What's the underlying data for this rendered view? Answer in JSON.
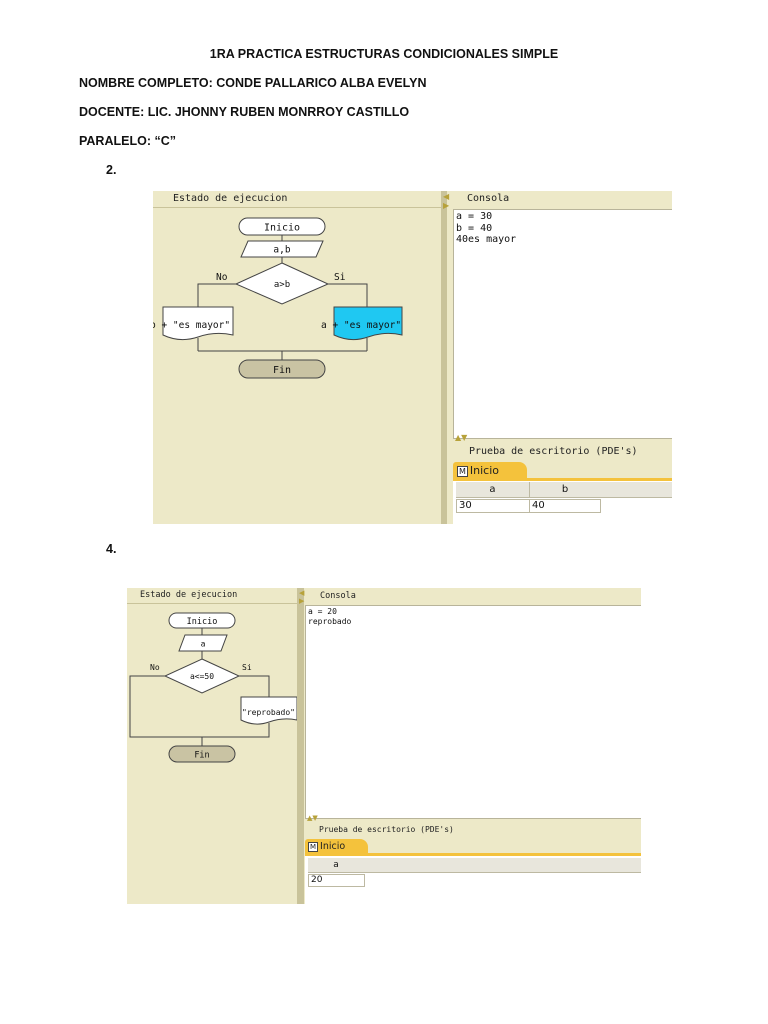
{
  "header": {
    "title": "1RA PRACTICA ESTRUCTURAS CONDICIONALES SIMPLE",
    "name_line": "NOMBRE COMPLETO: CONDE PALLARICO ALBA EVELYN",
    "teacher_line": "DOCENTE: LIC. JHONNY RUBEN MONRROY CASTILLO",
    "group_line": "PARALELO: “C”"
  },
  "exercise2": {
    "number": "2.",
    "panel_title": "Estado de ejecucion",
    "console_title": "Consola",
    "console_lines": [
      "a = 30",
      "b = 40",
      "40es mayor"
    ],
    "flow": {
      "start": "Inicio",
      "input": "a,b",
      "condition": "a>b",
      "no": "No",
      "yes": "Si",
      "left_output": "b + \"es mayor\"",
      "right_output": "a + \"es mayor\"",
      "end": "Fin"
    },
    "pde_title": "Prueba de escritorio (PDE's)",
    "tab_label": "Inicio",
    "tab_icon": "M",
    "columns": [
      "a",
      "b"
    ],
    "values": [
      "30",
      "40"
    ],
    "active_color": "#1fc8f2"
  },
  "exercise4": {
    "number": "4.",
    "panel_title": "Estado de ejecucion",
    "console_title": "Consola",
    "console_lines": [
      "a = 20",
      "reprobado"
    ],
    "flow": {
      "start": "Inicio",
      "input": "a",
      "condition": "a<=50",
      "no": "No",
      "yes": "Si",
      "output": "\"reprobado\"",
      "end": "Fin"
    },
    "pde_title": "Prueba de escritorio (PDE's)",
    "tab_label": "Inicio",
    "tab_icon": "M",
    "columns": [
      "a"
    ],
    "values": [
      "20"
    ]
  }
}
